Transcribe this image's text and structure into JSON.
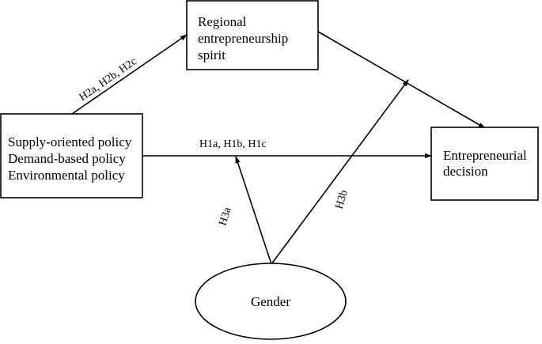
{
  "nodes": {
    "policy": {
      "lines": [
        "Supply-oriented policy",
        "Demand-based policy",
        "Environmental policy"
      ]
    },
    "spirit": {
      "lines": [
        "Regional",
        "entrepreneurship",
        "spirit"
      ]
    },
    "decision": {
      "lines": [
        "Entrepreneurial",
        "decision"
      ]
    },
    "gender": {
      "label": "Gender"
    }
  },
  "edges": {
    "h1": {
      "label": "H1a, H1b, H1c"
    },
    "h2": {
      "label": "H2a, H2b, H2c"
    },
    "h3a": {
      "label": "H3a"
    },
    "h3b": {
      "label": "H3b"
    }
  }
}
